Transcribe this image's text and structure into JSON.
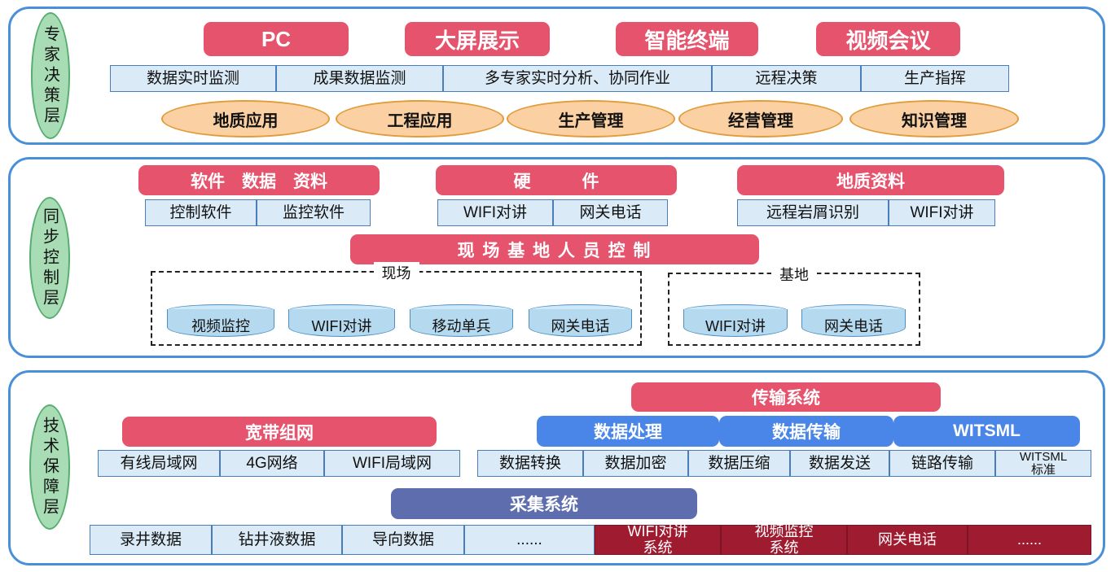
{
  "expert_layer": {
    "label": "专家决策层",
    "terminals": [
      "PC",
      "大屏展示",
      "智能终端",
      "视频会议"
    ],
    "monitors": [
      "数据实时监测",
      "成果数据监测",
      "多专家实时分析、协同作业",
      "远程决策",
      "生产指挥"
    ],
    "applications": [
      "地质应用",
      "工程应用",
      "生产管理",
      "经营管理",
      "知识管理"
    ]
  },
  "sync_layer": {
    "label": "同步控制层",
    "headers": [
      "软件　数据　资料",
      "硬　　　件",
      "地质资料"
    ],
    "software_items": [
      "控制软件",
      "监控软件"
    ],
    "hardware_items": [
      "WIFI对讲",
      "网关电话"
    ],
    "geology_items": [
      "远程岩屑识别",
      "WIFI对讲"
    ],
    "control_bar": "现 场 基 地 人 员 控 制",
    "site": {
      "label": "现场",
      "items": [
        "视频监控",
        "WIFI对讲",
        "移动单兵",
        "网关电话"
      ]
    },
    "base": {
      "label": "基地",
      "items": [
        "WIFI对讲",
        "网关电话"
      ]
    }
  },
  "tech_layer": {
    "label": "技术保障层",
    "transmission_header": "传输系统",
    "broadband_header": "宽带组网",
    "sub_headers": [
      "数据处理",
      "数据传输",
      "WITSML"
    ],
    "network_items": [
      "有线局域网",
      "4G网络",
      "WIFI局域网"
    ],
    "processing_items": [
      "数据转换",
      "数据加密",
      "数据压缩",
      "数据发送",
      "链路传输",
      "WITSML\n标准"
    ],
    "collection_header": "采集系统",
    "collection_items": [
      "录井数据",
      "钻井液数据",
      "导向数据",
      "......"
    ],
    "system_items": [
      "WIFI对讲\n系统",
      "视频监控\n系统",
      "网关电话",
      "......"
    ]
  },
  "colors": {
    "accent_red": "#e5536d",
    "light_blue_fill": "#daeaf6",
    "blue_border": "#4a7ebb",
    "orange_fill": "#fbd0a2",
    "orange_border": "#e19c3c",
    "green_fill": "#a8dcb5",
    "green_border": "#56ad6e",
    "layer_border": "#4a90d9",
    "header_blue": "#4a86e8",
    "collection_slate": "#5d6dae",
    "dark_red": "#9e1b30",
    "cylinder_fill": "#b5daf0"
  }
}
